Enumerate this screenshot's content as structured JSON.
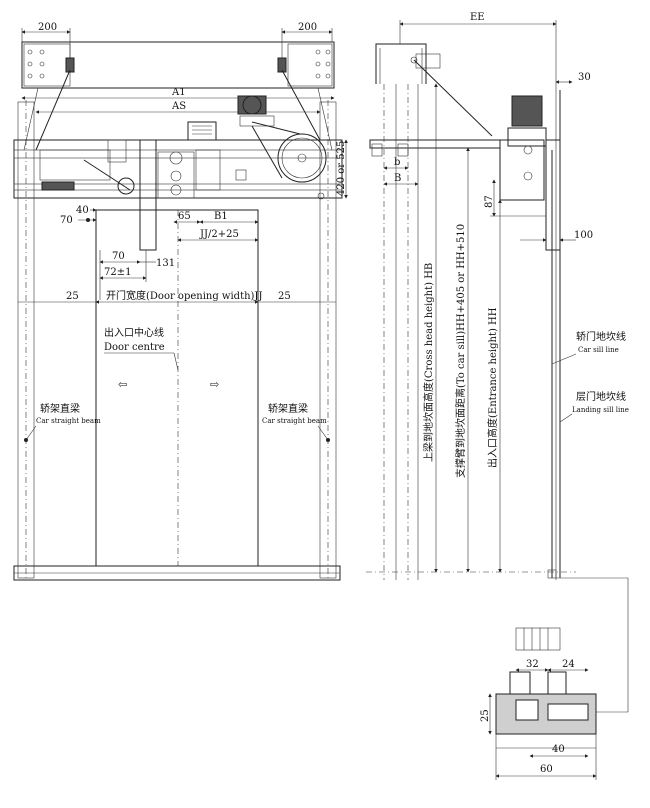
{
  "front_view": {
    "dim_top_left": "200",
    "dim_top_right": "200",
    "dim_a1": "A1",
    "dim_as": "AS",
    "dim_420_525": "420 or 525",
    "dim_70_top": "70",
    "dim_40": "40",
    "dim_65": "65",
    "dim_b1": "B1",
    "dim_jj2": "JJ/2+25",
    "dim_70_mid": "70",
    "dim_131": "131",
    "dim_72": "72±1",
    "dim_25_left": "25",
    "dim_25_right": "25",
    "opening_width": "开门宽度(Door opening width)JJ",
    "door_centre_cn": "出入口中心线",
    "door_centre_en": "Door centre",
    "beam_left_cn": "轿架直梁",
    "beam_left_en": "Car straight beam",
    "beam_right_cn": "轿架直梁",
    "beam_right_en": "Car straight beam"
  },
  "side_view": {
    "dim_ee": "EE",
    "dim_30": "30",
    "dim_b": "b",
    "dim_B": "B",
    "dim_87": "87",
    "dim_100": "100",
    "hb_label": "上梁到地坎面高度(Cross head height) HB",
    "hh405_label": "支撑臂到地坎面距离(To car sill)HH+405 or HH+510",
    "hh_label": "出入口高度(Entrance height) HH",
    "car_sill_cn": "轿门地坎线",
    "car_sill_en": "Car sill line",
    "landing_sill_cn": "层门地坎线",
    "landing_sill_en": "Landing sill line"
  },
  "sill_detail": {
    "dim_32": "32",
    "dim_24": "24",
    "dim_25": "25",
    "dim_40": "40",
    "dim_60": "60"
  }
}
